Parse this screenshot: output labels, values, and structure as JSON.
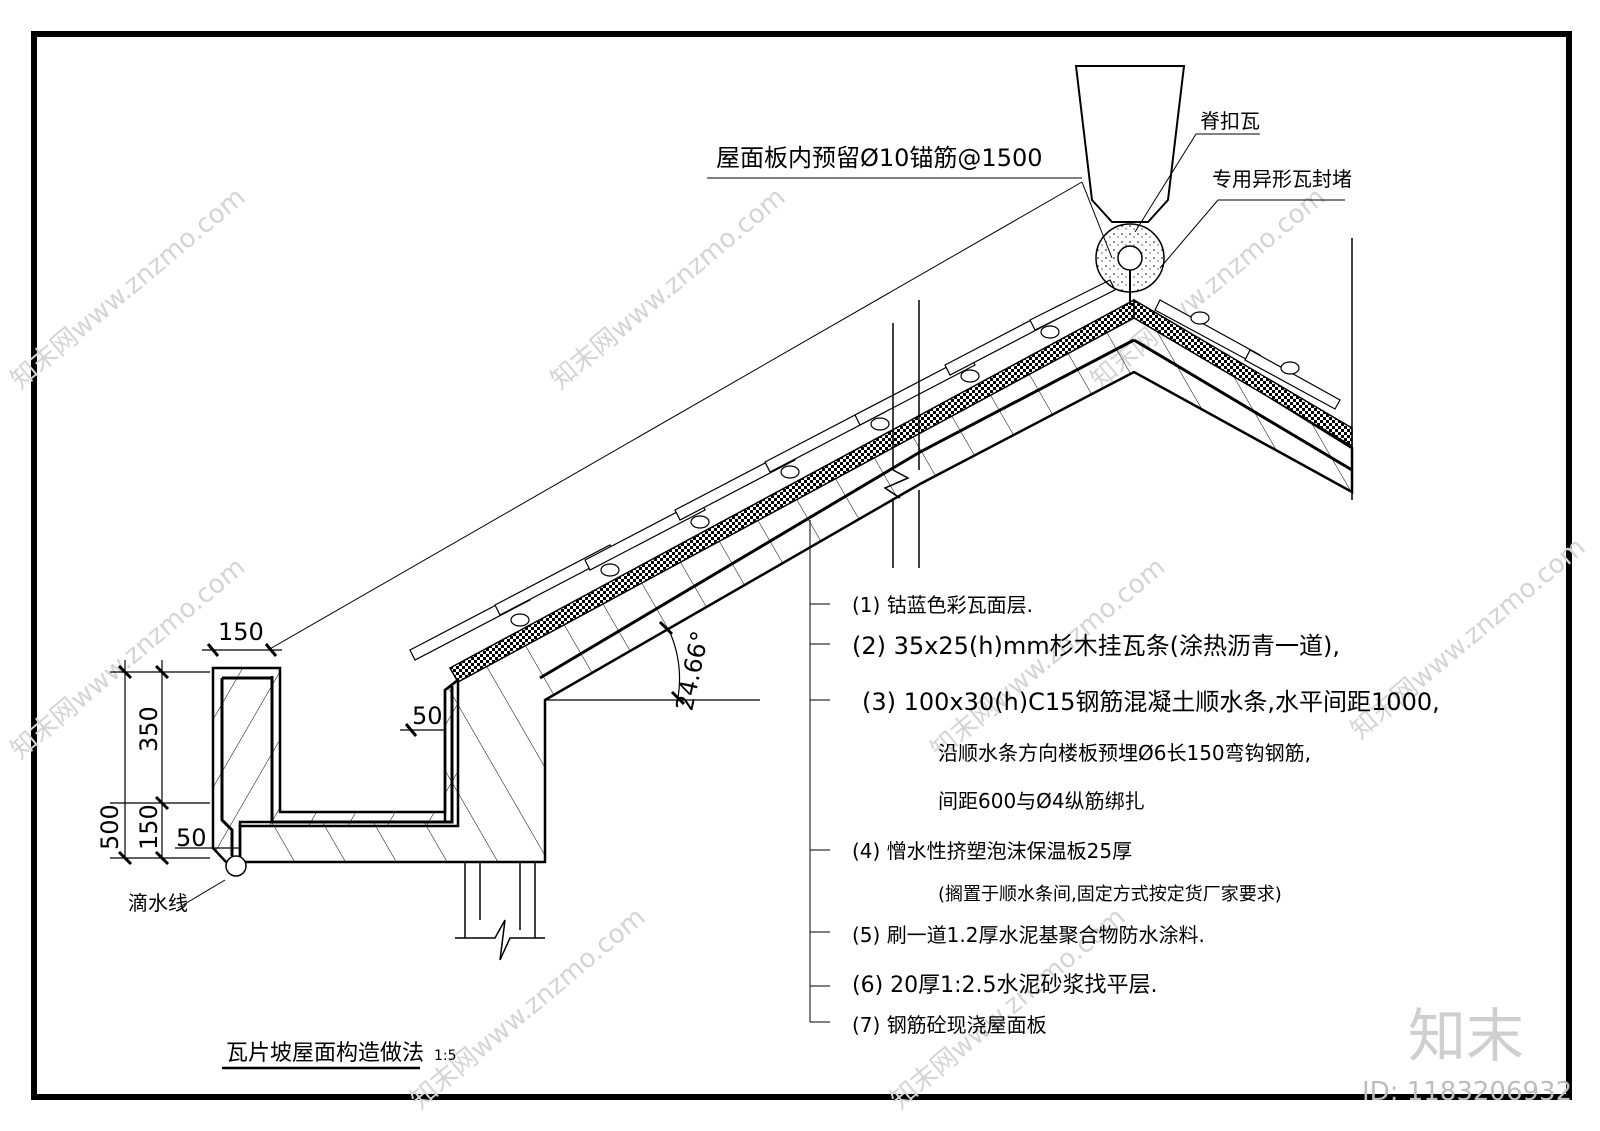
{
  "labels": {
    "anchor_note": "屋面板内预留Ø10锚筋@1500",
    "ridge_tile": "脊扣瓦",
    "special_tile_seal": "专用异形瓦封堵",
    "drip_line": "滴水线",
    "angle": "24.66°",
    "title": "瓦片坡屋面构造做法",
    "scale": "1:5"
  },
  "dimensions": {
    "gutter_width": "150",
    "upper_height": "350",
    "lower_height": "150",
    "total_height": "500",
    "drip_offset": "50",
    "flashing_offset": "50"
  },
  "layers": [
    "(1) 钴蓝色彩瓦面层.",
    "(2)   35x25(h)mm杉木挂瓦条(涂热沥青一道),",
    "(3) 100x30(h)C15钢筋混凝土顺水条,水平间距1000,",
    "沿顺水条方向楼板预埋Ø6长150弯钩钢筋,",
    "间距600与Ø4纵筋绑扎",
    "(4) 憎水性挤塑泡沫保温板25厚",
    "(搁置于顺水条间,固定方式按定货厂家要求)",
    "(5)   刷一道1.2厚水泥基聚合物防水涂料.",
    "(6)   20厚1:2.5水泥砂浆找平层.",
    "(7)    钢筋砼现浇屋面板"
  ],
  "watermark": {
    "site": "知末网www.znzmo.com",
    "brand": "知末",
    "id": "ID: 1183206932"
  }
}
